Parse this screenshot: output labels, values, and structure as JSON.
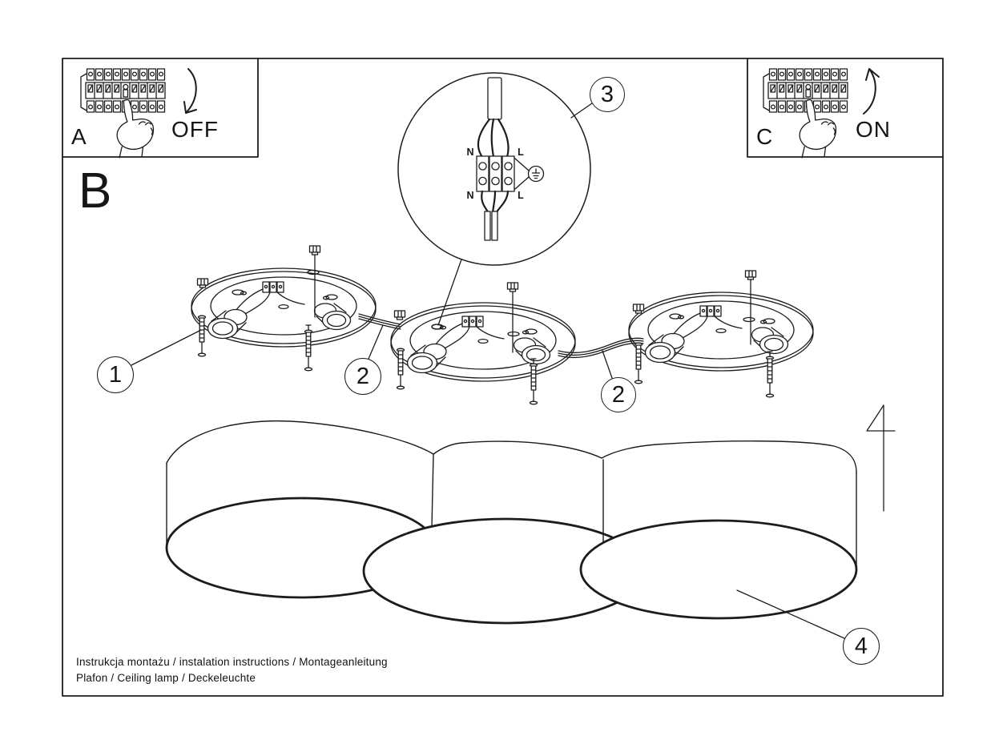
{
  "sheet": {
    "panel_a": {
      "id_label": "A",
      "action_label": "OFF"
    },
    "panel_c": {
      "id_label": "C",
      "action_label": "ON"
    },
    "main_panel": {
      "id_label": "B"
    },
    "badges": {
      "b1": "1",
      "b2a": "2",
      "b2b": "2",
      "b3": "3",
      "b4": "4"
    },
    "wiring": {
      "n_top": "N",
      "l_top": "L",
      "n_bottom": "N",
      "l_bottom": "L"
    },
    "footer": {
      "line1": "Instrukcja montażu / instalation instructions / Montageanleitung",
      "line2": "Plafon / Ceiling lamp / Deckeleuchte"
    },
    "icons": {
      "breaker_panel": "circuit-breaker-row",
      "hand": "pointing-hand",
      "arrow_off": "curved-arrow-down",
      "arrow_on": "curved-arrow-up",
      "ground": "earth-symbol",
      "mount_direction": "arrow-up"
    },
    "colors": {
      "ink": "#1c1c1c",
      "paper": "#ffffff"
    }
  }
}
